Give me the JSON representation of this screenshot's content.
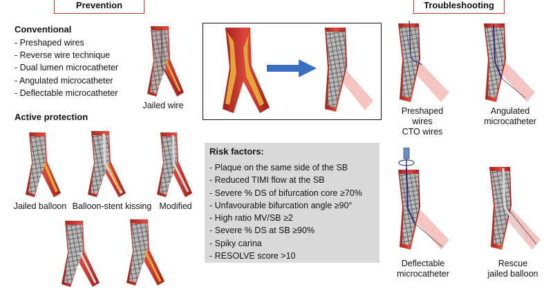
{
  "headers": {
    "prevention": "Prevention",
    "troubleshooting": "Troubleshooting"
  },
  "conventional": {
    "title": "Conventional",
    "items": [
      "- Preshaped wires",
      "- Reverse wire technique",
      "- Dual lumen microcatheter",
      "- Angulated microcatheter",
      "- Deflectable microcatheter"
    ]
  },
  "active_protection": {
    "title": "Active protection"
  },
  "captions": {
    "jailed_wire": "Jailed wire",
    "jailed_balloon": "Jailed balloon",
    "balloon_stent_kissing": "Balloon-stent kissing",
    "modified": "Modified",
    "preshaped_cto_1": "Preshaped wires",
    "preshaped_cto_2": "CTO wires",
    "angulated_1": "Angulated",
    "angulated_2": "microcatheter",
    "deflectable_1": "Deflectable",
    "deflectable_2": "microcatheter",
    "rescue_1": "Rescue",
    "rescue_2": "jailed balloon"
  },
  "risk_factors": {
    "title": "Risk factors:",
    "items": [
      "- Plaque on the same side of the SB",
      "- Reduced TIMI flow at the SB",
      "- Severe % DS of bifurcation core ≥70%",
      "- Unfavourable bifurcation angle ≥90°",
      "- High ratio MV/SB ≥2",
      "- Severe % DS at SB ≥90%",
      "- Spiky carina",
      "- RESOLVE score >10"
    ]
  },
  "colors": {
    "header_border": "#c9302c",
    "vessel": "#c8332c",
    "stent": "#8a8a8a",
    "plaque": "#e5a33a",
    "arrow": "#3a6fc0",
    "side_branch_faded": "#f3c4c0",
    "risk_bg": "#d9d9d9"
  }
}
